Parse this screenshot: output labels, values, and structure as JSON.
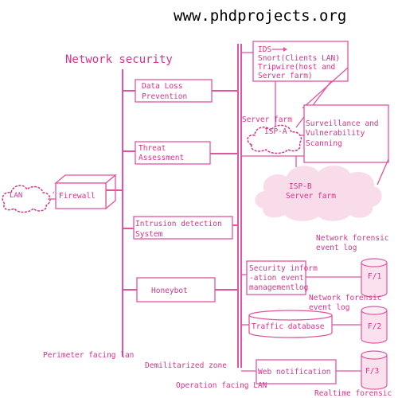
{
  "watermark": "www.phdprojects.org",
  "title": "Network security",
  "lan": {
    "cloud_label": "LAN",
    "firewall_label": "Firewall"
  },
  "left_boxes": {
    "dlp": [
      "Data Loss",
      "Prevention"
    ],
    "threat": [
      "Threat",
      "Assessment"
    ],
    "ids": [
      "Intrusion detection",
      "System"
    ],
    "honeybot": "Honeybot"
  },
  "right_boxes": {
    "ids_tools": [
      "IDS",
      "Snort(Clients LAN)",
      "Tripwire(host and",
      "Server farm)"
    ],
    "surveillance": [
      "Surveillance and",
      "Vulnerability",
      "Scanning"
    ],
    "siem": [
      "Security inform",
      "-ation event",
      "managementlog"
    ],
    "traffic_db": "Traffic database",
    "web_notification": "Web notification"
  },
  "clouds": {
    "isp_a": {
      "top_label": "Server farm",
      "label": "ISP-A"
    },
    "isp_b": {
      "label": "ISP-B",
      "sub_label": "Server farm"
    }
  },
  "forensic": {
    "log1": [
      "Network forensic",
      "event log"
    ],
    "log2": [
      "Network forensic",
      "event log"
    ],
    "log3": "Realtime forensic",
    "db1": "F/1",
    "db2": "F/2",
    "db3": "F/3"
  },
  "zones": {
    "perimeter": "Perimeter facing lan",
    "dmz": "Demilitarized zone",
    "operation": "Operation facing LAN"
  },
  "colors": {
    "accent": "#e0559e",
    "text": "#d6338a",
    "cloud_fill": "#f8dcea"
  }
}
